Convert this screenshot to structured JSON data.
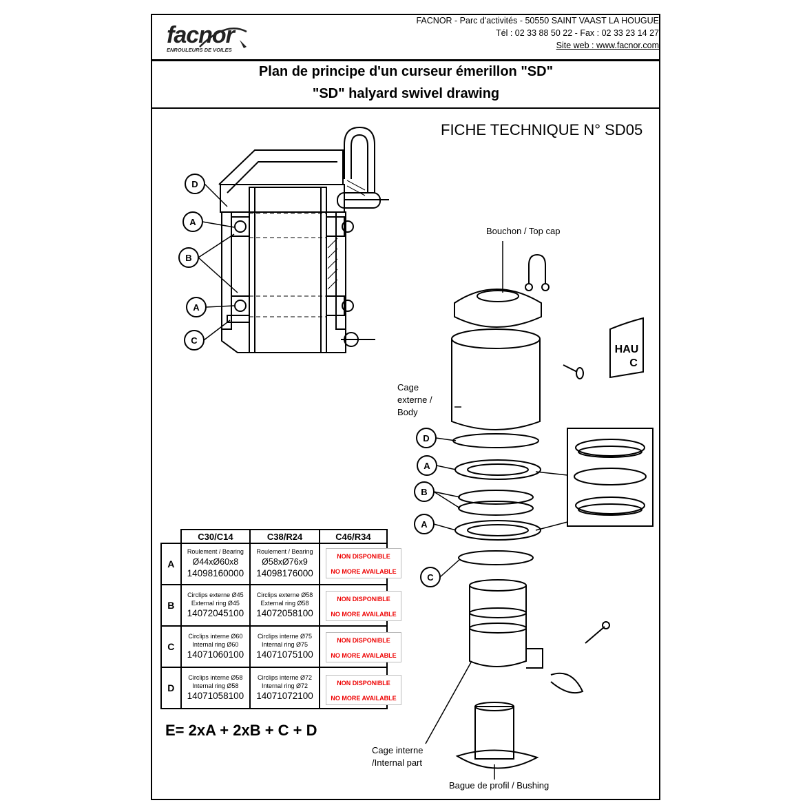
{
  "header": {
    "logo_word": "facnor",
    "logo_sub": "ENROULEURS DE VOILES",
    "address_line": "FACNOR - Parc d'activités   -   50550 SAINT VAAST LA HOUGUE",
    "phone_line": "Tél : 02 33 88 50 22   -   Fax : 02 33 23 14 27",
    "website": "Site web : www.facnor.com"
  },
  "title": {
    "french": "Plan de principe d'un curseur émerillon \"SD\"",
    "english": "\"SD\" halyard swivel drawing"
  },
  "fiche": "FICHE TECHNIQUE N° SD05",
  "section_markers": {
    "A": "A",
    "B": "B",
    "C": "C",
    "D": "D"
  },
  "labels": {
    "top_cap": "Bouchon / Top cap",
    "body_1": "Cage",
    "body_2": "externe /",
    "body_3": "Body",
    "internal_1": "Cage interne",
    "internal_2": "/Internal part",
    "bushing": "Bague de profil / Bushing",
    "tag_1": "HAU",
    "tag_2": "C"
  },
  "table": {
    "columns": [
      "C30/C14",
      "C38/R24",
      "C46/R34"
    ],
    "rows": [
      {
        "key": "A",
        "c1": {
          "desc": "Roulement / Bearing",
          "dim": "Ø44xØ60x8",
          "ref": "14098160000"
        },
        "c2": {
          "desc": "Roulement / Bearing",
          "dim": "Ø58xØ76x9",
          "ref": "14098176000"
        }
      },
      {
        "key": "B",
        "c1": {
          "desc": "Circlips externe Ø45",
          "dim": "External ring Ø45",
          "ref": "14072045100"
        },
        "c2": {
          "desc": "Circlips externe Ø58",
          "dim": "External ring Ø58",
          "ref": "14072058100"
        }
      },
      {
        "key": "C",
        "c1": {
          "desc": "Circlips interne Ø60",
          "dim": "Internal ring Ø60",
          "ref": "14071060100"
        },
        "c2": {
          "desc": "Circlips interne Ø75",
          "dim": "Internal ring Ø75",
          "ref": "14071075100"
        }
      },
      {
        "key": "D",
        "c1": {
          "desc": "Circlips interne Ø58",
          "dim": "Internal ring Ø58",
          "ref": "14071058100"
        },
        "c2": {
          "desc": "Circlips interne Ø72",
          "dim": "Internal ring Ø72",
          "ref": "14071072100"
        }
      }
    ],
    "not_available_fr": "NON DISPONIBLE",
    "not_available_en": "NO MORE AVAILABLE"
  },
  "formula": "E= 2xA + 2xB + C + D"
}
